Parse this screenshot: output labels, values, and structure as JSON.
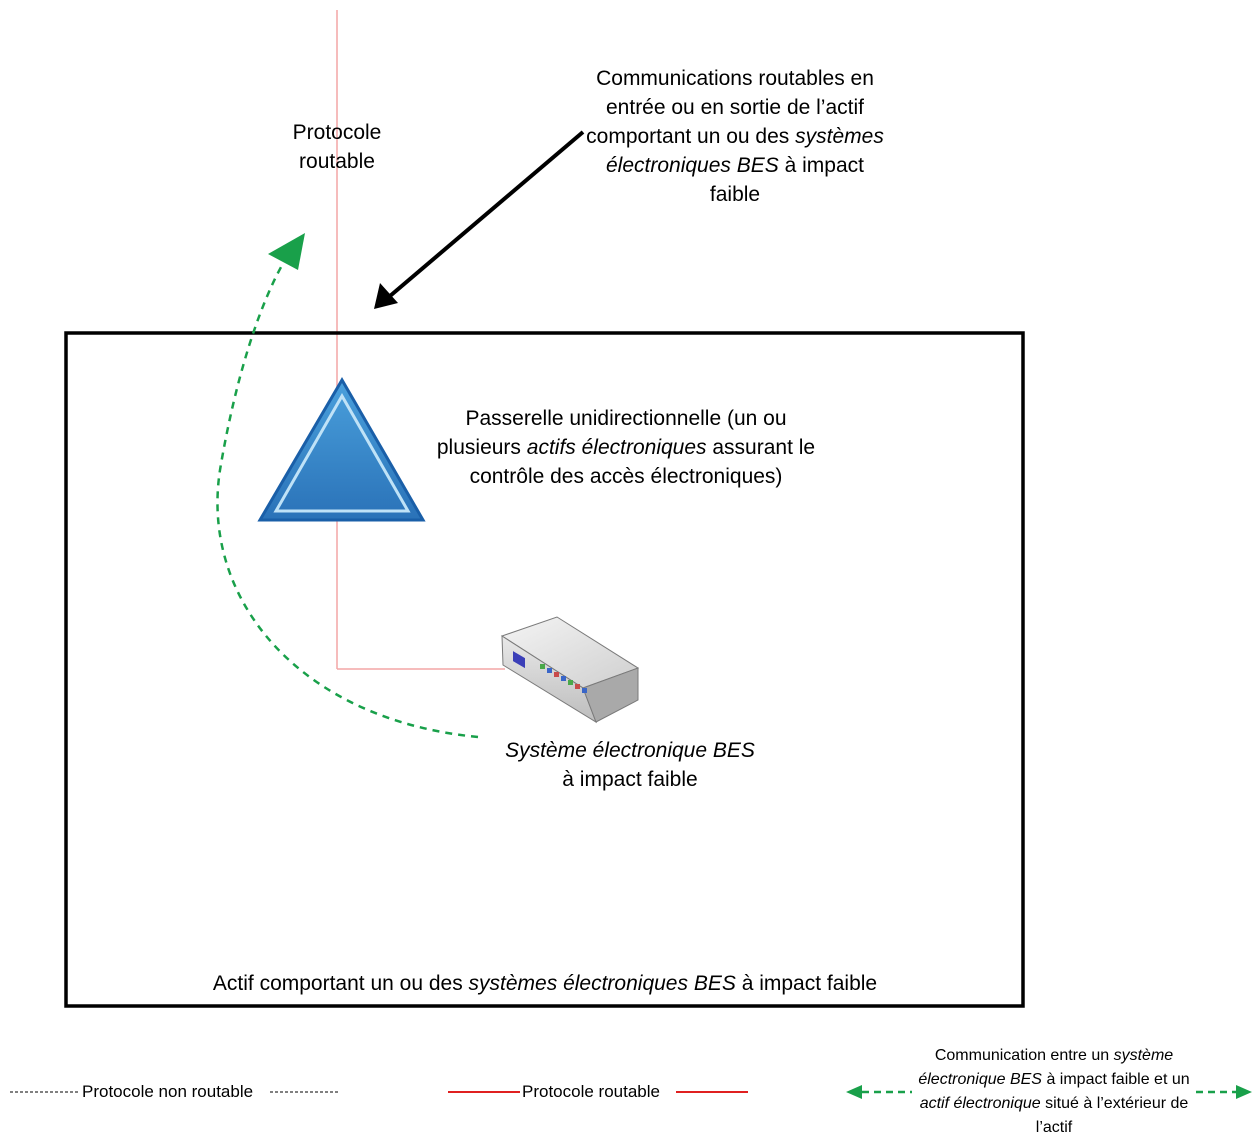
{
  "labels": {
    "protocol_routable": "Protocole routable",
    "communications_part1": "Communications routables en entrée ou en sortie de l’actif comportant un ou des",
    "communications_italic": "systèmes électroniques BES",
    "communications_part2": "à impact faible",
    "gateway_part1": "Passerelle unidirectionnelle (un ou plusieurs",
    "gateway_italic": "actifs électroniques",
    "gateway_part2": "assurant le contrôle des accès électroniques)",
    "system_italic": "Système électronique BES",
    "system_part2": "à impact faible",
    "asset_part1": "Actif comportant un ou des",
    "asset_italic": "systèmes électroniques BES",
    "asset_part2": "à impact faible"
  },
  "legend": {
    "non_routable": "Protocole non routable",
    "routable": "Protocole routable",
    "green_part1": "Communication entre un",
    "green_italic1": "système électronique BES",
    "green_part2": "à impact faible et un",
    "green_italic2": "actif électronique",
    "green_part3": "situé à l’extérieur de l’actif"
  },
  "colors": {
    "routable_line": "#f4a6a6",
    "routable_legend": "#e02020",
    "green_arrow": "#19a04a",
    "triangle_fill": "#3a86c8",
    "triangle_stroke": "#1a5fa8",
    "border": "#000000"
  }
}
